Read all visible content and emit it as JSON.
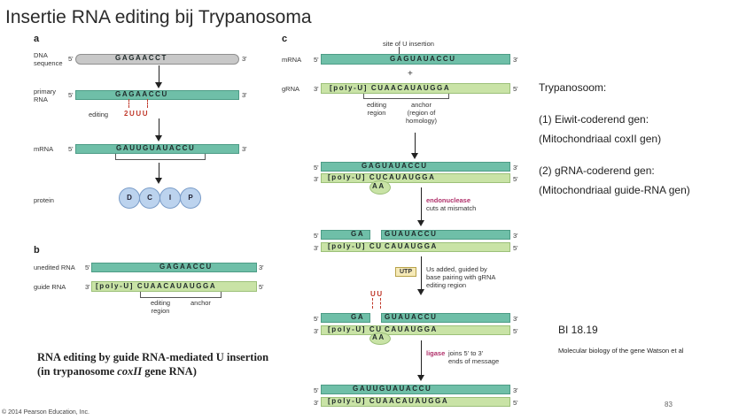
{
  "title": "Insertie RNA editing bij Trypanosoma",
  "panel_a": {
    "label": "a",
    "dna_label": "DNA\nsequence",
    "dna_seq": "GAGAACCT",
    "primary_label": "primary\nRNA",
    "primary_seq": "GAGAACCU",
    "editing_label": "editing",
    "inserted": "2UUU",
    "mrna_label": "mRNA",
    "mrna_seq": "GAUUGUAUACCU",
    "protein_label": "protein",
    "proteins": [
      "D",
      "C",
      "I",
      "P"
    ],
    "five": "5'",
    "three": "3'"
  },
  "panel_b": {
    "label": "b",
    "unedited_label": "unedited RNA",
    "unedited_seq": "GAGAACCU",
    "guide_label": "guide RNA",
    "guide_seq": "[poly-U] CUAACAUAUGGA",
    "editing_region": "editing\nregion",
    "anchor": "anchor"
  },
  "panel_c": {
    "label": "c",
    "site_label": "site of U insertion",
    "mrna_label": "mRNA",
    "mrna_seq": "GAGUAUACCU",
    "plus": "+",
    "grna_label": "gRNA",
    "grna_seq": "[poly-U] CUAACAUAUGGA",
    "editing_region": "editing\nregion",
    "anchor_text": "anchor\n(region of\nhomology)",
    "endonuclease": "endonuclease",
    "endonuclease_desc": "cuts at mismatch",
    "utp": "UTP",
    "us_added": "Us added, guided by\nbase pairing with gRNA\nediting region",
    "ligase": "ligase",
    "ligase_desc": "joins 5' to 3'\nends of message",
    "step1_top": "GAGUAUACCU",
    "step1_bottom": "[poly-U] CUCAUAUGGA",
    "aa": "AA",
    "split_top_left": "GA",
    "split_top_right": "GUAUACCU",
    "split_bottom_left": "[poly-U] CU",
    "split_bottom_right": "CAUAUGGA",
    "uu": "UU",
    "final_top": "GAUUGUAUACCU",
    "final_bottom": "[poly-U] CUAACAUAUGGA"
  },
  "caption": "RNA editing by guide RNA-mediated U insertion (in trypanosome coxII gene RNA)",
  "caption_italic": "coxII",
  "copyright": "© 2014 Pearson Education, Inc.",
  "right": {
    "heading": "Trypanosoom:",
    "item1_a": "(1) Eiwit-coderend gen:",
    "item1_b": "(Mitochondriaal coxII gen)",
    "item2_a": "(2) gRNA-coderend gen:",
    "item2_b": "(Mitochondriaal guide-RNA gen)",
    "ref": "BI 18.19",
    "source": "Molecular biology of the gene Watson et al"
  },
  "page_number": "83"
}
